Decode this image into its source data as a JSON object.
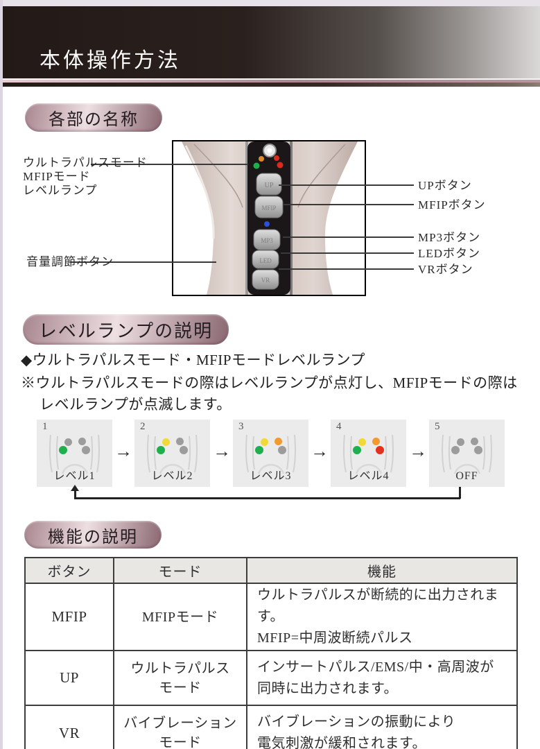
{
  "header": {
    "title": "本体操作方法"
  },
  "parts": {
    "heading": "各部の名称",
    "lamp_label_lines": "ウルトラパルスモード\nMFIPモード\nレベルランプ",
    "volume_label": "音量調節ボタン",
    "right_labels": [
      "UPボタン",
      "MFIPボタン",
      "MP3ボタン",
      "LEDボタン",
      "VRボタン"
    ],
    "device": {
      "buttons": [
        "UP",
        "MFIP",
        "MP3",
        "LED",
        "VR"
      ]
    }
  },
  "level": {
    "heading": "レベルランプの説明",
    "subtitle": "◆ウルトラパルスモード・MFIPモードレベルランプ",
    "note1": "※ウルトラパルスモードの際はレベルランプが点灯し、MFIPモードの際は",
    "note2": "レベルランプが点滅します。",
    "states": [
      {
        "num": "1",
        "label": "レベル1",
        "lamps": [
          "off",
          "off",
          "green",
          "off"
        ]
      },
      {
        "num": "2",
        "label": "レベル2",
        "lamps": [
          "yellow",
          "off",
          "green",
          "off"
        ]
      },
      {
        "num": "3",
        "label": "レベル3",
        "lamps": [
          "yellow",
          "orange",
          "green",
          "off"
        ]
      },
      {
        "num": "4",
        "label": "レベル4",
        "lamps": [
          "yellow",
          "orange",
          "green",
          "red"
        ]
      },
      {
        "num": "5",
        "label": "OFF",
        "lamps": [
          "off",
          "off",
          "off",
          "off"
        ]
      }
    ]
  },
  "functions": {
    "heading": "機能の説明",
    "table": {
      "headers": [
        "ボタン",
        "モード",
        "機能"
      ],
      "rows": [
        {
          "button": "MFIP",
          "mode": "MFIPモード",
          "func": "ウルトラパルスが断続的に出力されます。\nMFIP=中周波断続パルス"
        },
        {
          "button": "UP",
          "mode": "ウルトラパルス\nモード",
          "func": "インサートパルス/EMS/中・高周波が\n同時に出力されます。"
        },
        {
          "button": "VR",
          "mode": "バイブレーション\nモード",
          "func": "バイブレーションの振動により\n電気刺激が緩和されます。"
        }
      ]
    }
  },
  "colors": {
    "header_dark": "#231a17",
    "pill_dark": "#8a6771",
    "pill_light": "#eedfe2",
    "lamp_green": "#1faf4e",
    "lamp_yellow": "#f0d938",
    "lamp_orange": "#f19a30",
    "lamp_red": "#e5301f",
    "lamp_off": "#9c9c9c",
    "led_blue": "#2b50d9"
  }
}
